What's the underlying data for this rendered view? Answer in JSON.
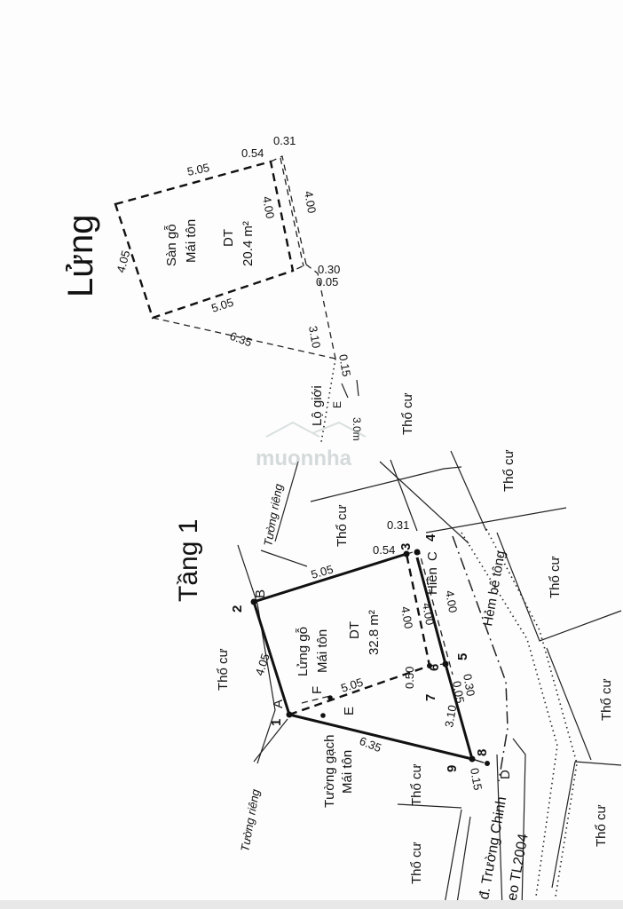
{
  "headings": {
    "lung": "Lửng",
    "tang1": "Tầng 1"
  },
  "lung_plan": {
    "floor": "Sàn gỗ",
    "roof": "Mái tôn",
    "area_label": "DT",
    "area_value": "20.4 m²",
    "dims": {
      "top": "5.05",
      "left": "4.05",
      "bottom": "5.05",
      "right": "4.00",
      "right2": "4.00",
      "corner1": "0.54",
      "corner2": "0.31",
      "small1": "0.30",
      "small2": "0.05",
      "seg": "3.10",
      "diag": "6.35",
      "end": "0.15"
    },
    "lo_gioi": "Lộ giới",
    "lo_gioi_value": "3.0m",
    "lo_gioi_mark": "E"
  },
  "tang1_plan": {
    "mezz": "Lửng gỗ",
    "roof": "Mái tôn",
    "area_label": "DT",
    "area_value": "32.8 m²",
    "dims": {
      "top": "5.05",
      "left": "4.05",
      "mid": "5.05",
      "right1": "4.00",
      "right2": "4.00",
      "right3": "4.00",
      "c1": "0.54",
      "c2": "0.31",
      "s1": "0.50",
      "s2": "0.30",
      "s3": "0.05",
      "seg": "3.10",
      "diag": "6.35",
      "end": "0.15"
    },
    "hien": "Hiên",
    "brick_wall": "Tường gạch",
    "brick_roof": "Mái tôn"
  },
  "points": {
    "p1": "1",
    "p2": "2",
    "p3": "3",
    "p4": "4",
    "p5": "5",
    "p6": "6",
    "p7": "7",
    "p8": "8",
    "p9": "9",
    "A": "A",
    "B": "B",
    "C": "C",
    "D": "D",
    "E": "E",
    "F": "F"
  },
  "labels": {
    "tho_cu": "Thổ cư",
    "tuong_rieng": "Tường riêng",
    "hem_be_tong": "Hẻm bê tông",
    "road": "đ. Trường Chinh",
    "road2": "heo TL2004"
  },
  "watermark": "muonnha"
}
